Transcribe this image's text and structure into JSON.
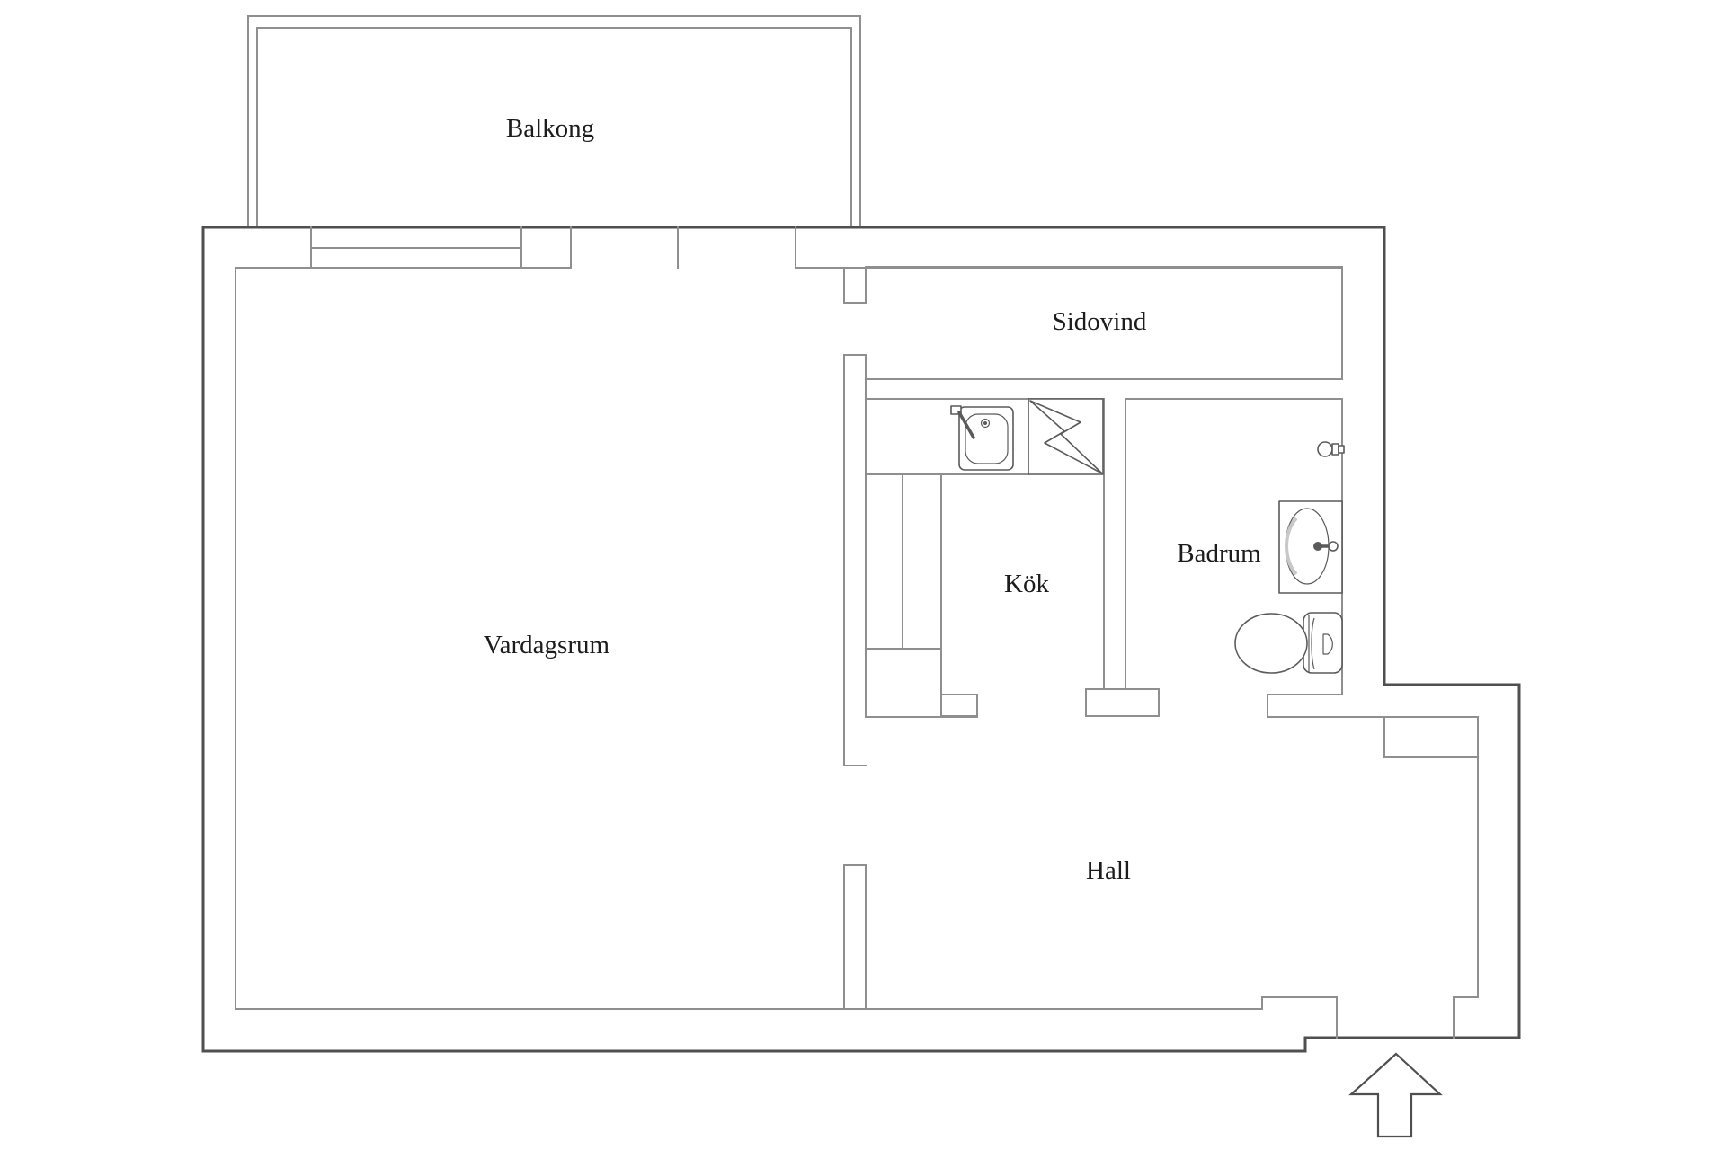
{
  "document": {
    "type": "apartment floor plan",
    "background": "#ffffff"
  },
  "colors": {
    "wall_exterior": "#4f4f4f",
    "wall_interior": "#8f8f8f",
    "fixture": "#5a5a5a",
    "text": "#1c1c1c"
  },
  "rooms": {
    "balkong": {
      "label": "Balkong"
    },
    "sidovind": {
      "label": "Sidovind"
    },
    "kok": {
      "label": "Kök"
    },
    "badrum": {
      "label": "Badrum"
    },
    "vardagsrum": {
      "label": "Vardagsrum"
    },
    "hall": {
      "label": "Hall"
    }
  },
  "fixtures": {
    "kitchen_sink": "kitchen-sink-icon",
    "stove": "stove-icon",
    "bathroom_sink": "bathroom-sink-icon",
    "wall_tap": "wall-tap-icon",
    "toilet": "toilet-icon",
    "entrance_arrow": "entrance-arrow-icon"
  }
}
